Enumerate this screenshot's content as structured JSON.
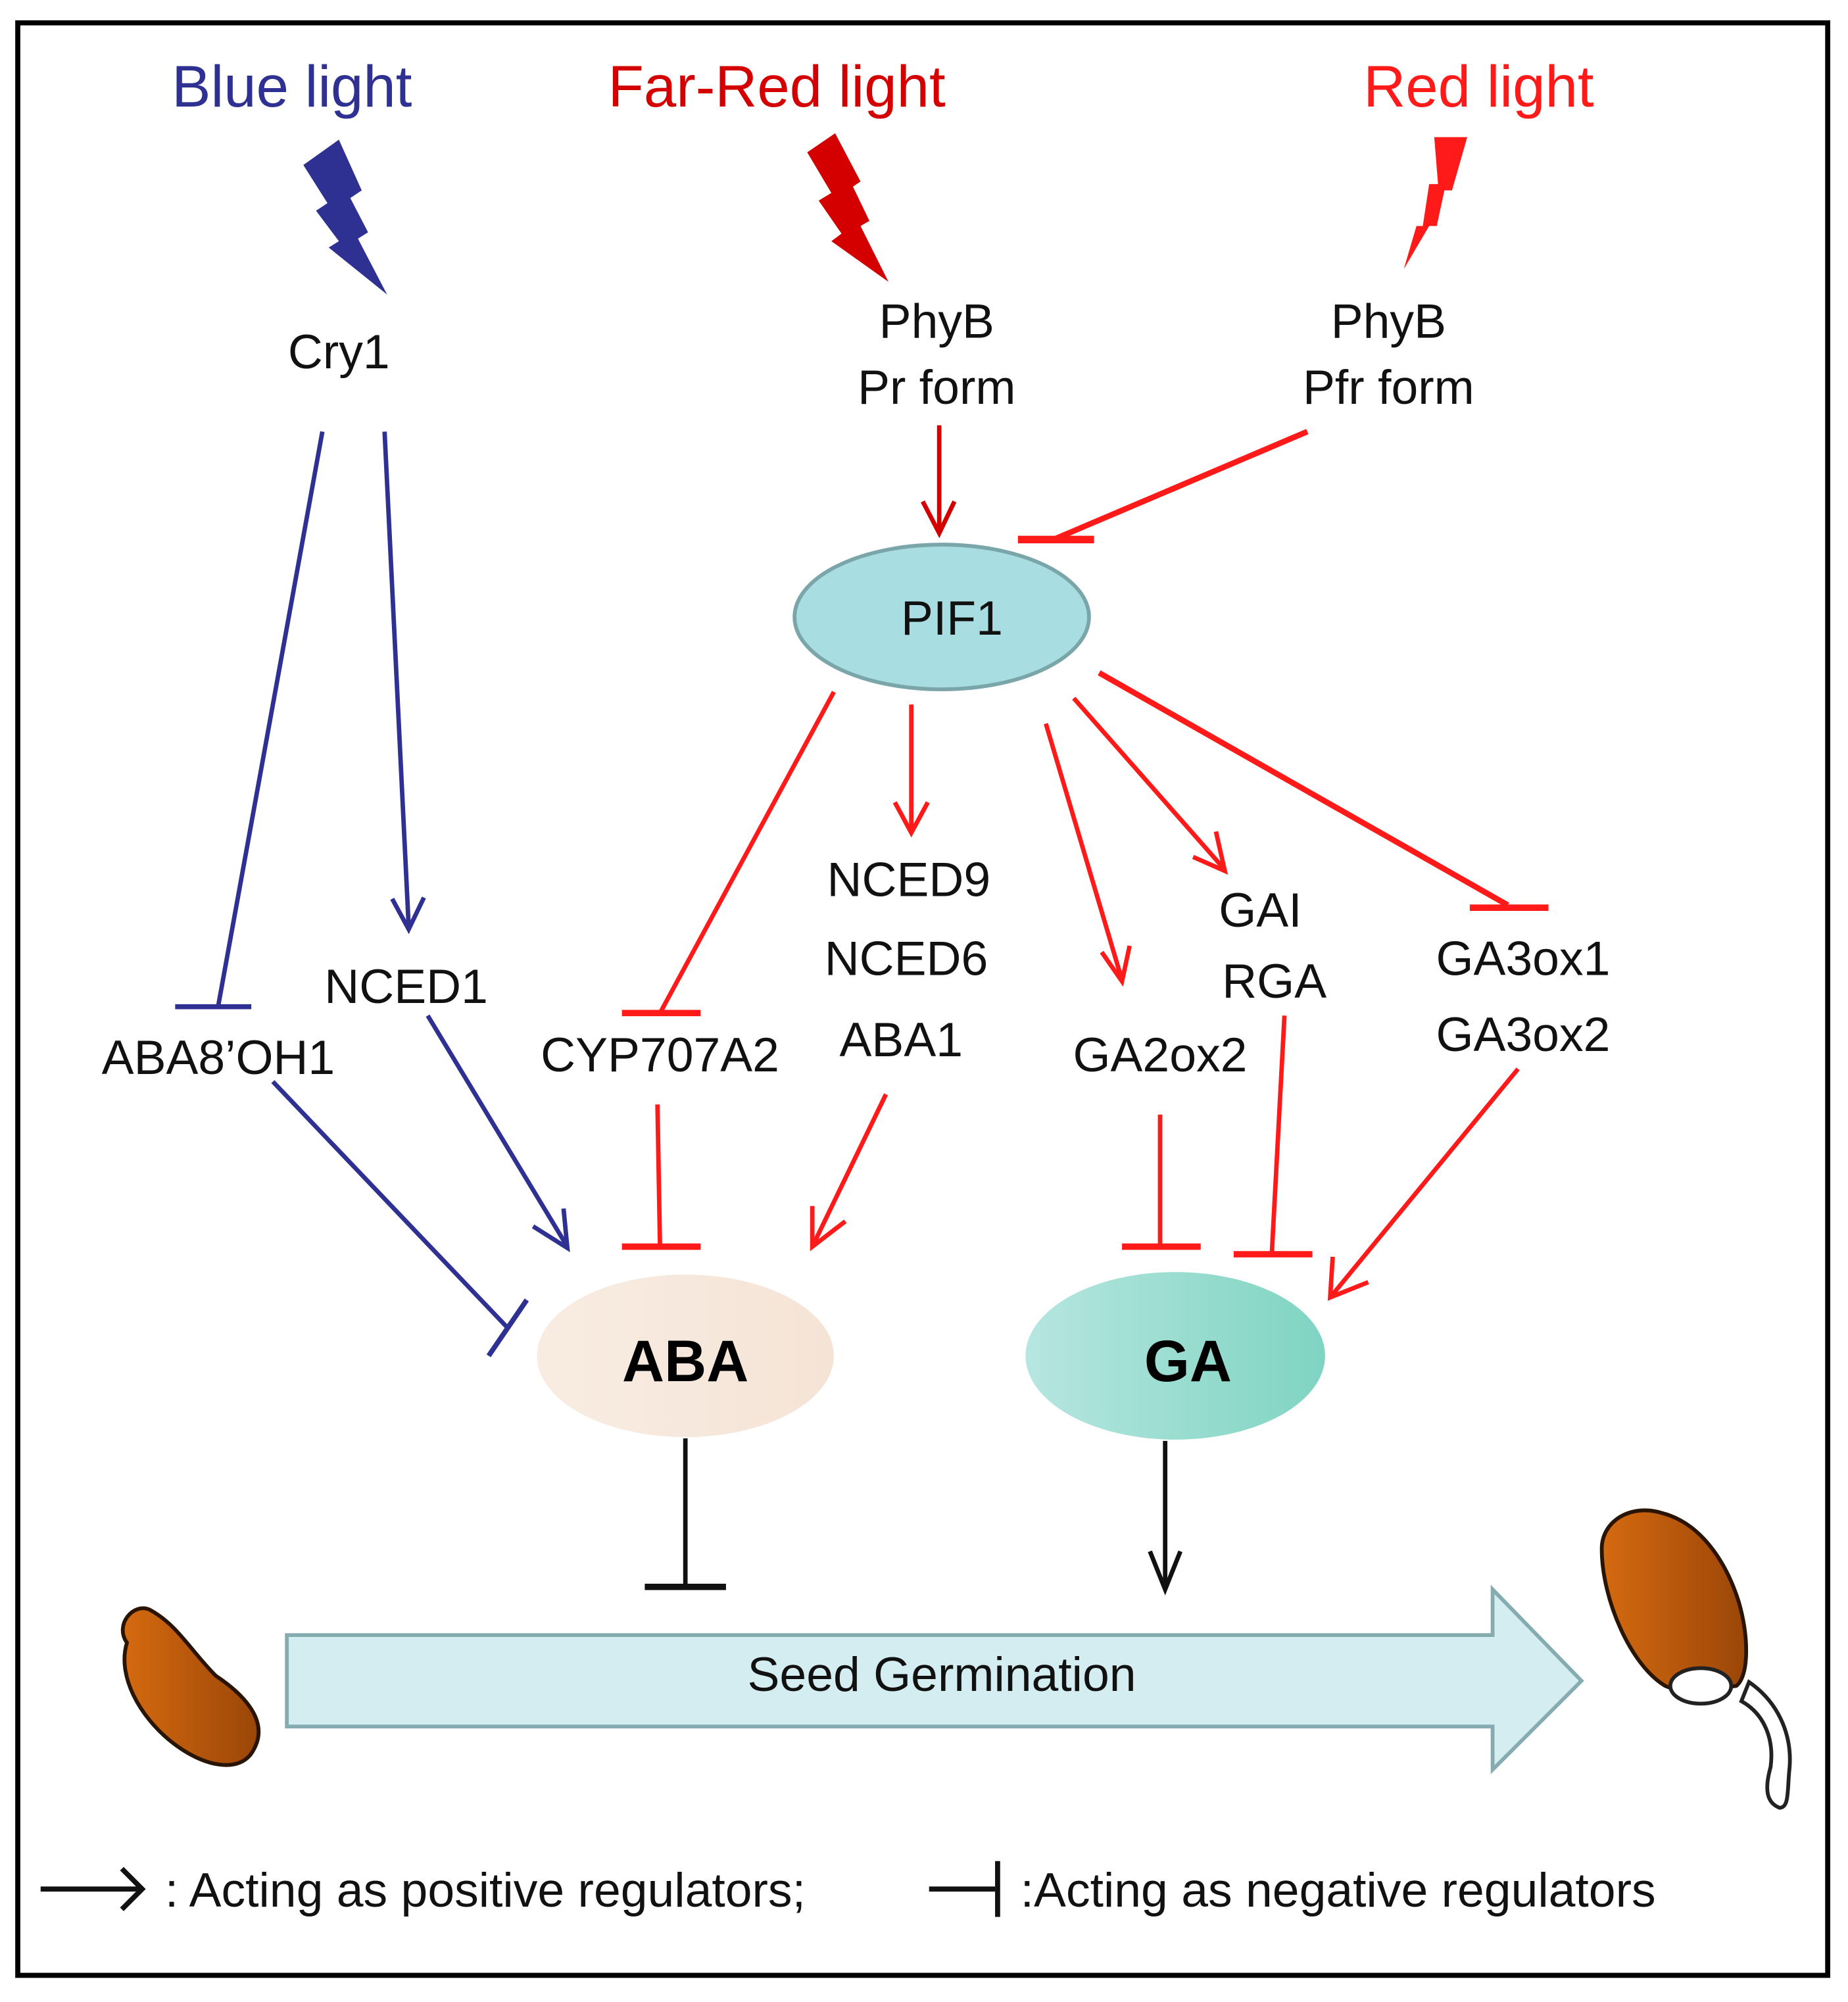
{
  "colors": {
    "blue": "#2e3192",
    "far_red": "#d40000",
    "red": "#ff1a1a",
    "black": "#111111",
    "pif1_fill": "#a8dde2",
    "aba_fill": "#f7e8dc",
    "ga_fill": "#8fd8c8",
    "germination_arrow_fill": "#d4edf0",
    "seed_fill": "#b85a10"
  },
  "light_sources": {
    "blue": "Blue light",
    "far_red": "Far-Red light",
    "red": "Red light"
  },
  "receptors": {
    "cry1": "Cry1",
    "phyb_fr_name": "PhyB",
    "phyb_fr_form": "Pr form",
    "phyb_r_name": "PhyB",
    "phyb_r_form": "Pfr form"
  },
  "nodes": {
    "pif1": "PIF1",
    "aba8oh1": "ABA8’OH1",
    "nced1": "NCED1",
    "cyp707a2": "CYP707A2",
    "nced_group": [
      "NCED9",
      "NCED6",
      "ABA1"
    ],
    "ga2ox2": "GA2ox2",
    "gai_rga": [
      "GAI",
      "RGA"
    ],
    "ga3ox": [
      "GA3ox1",
      "GA3ox2"
    ],
    "aba": "ABA",
    "ga": "GA"
  },
  "process": {
    "germination": "Seed Germination"
  },
  "edges": [
    {
      "from": "Blue light",
      "to": "Cry1",
      "type": "light"
    },
    {
      "from": "Far-Red light",
      "to": "PhyB Pr form",
      "type": "light"
    },
    {
      "from": "Red light",
      "to": "PhyB Pfr form",
      "type": "light"
    },
    {
      "from": "Cry1",
      "to": "ABA8'OH1",
      "type": "negative"
    },
    {
      "from": "Cry1",
      "to": "NCED1",
      "type": "positive"
    },
    {
      "from": "PhyB Pr form",
      "to": "PIF1",
      "type": "positive"
    },
    {
      "from": "PhyB Pfr form",
      "to": "PIF1",
      "type": "negative"
    },
    {
      "from": "PIF1",
      "to": "CYP707A2",
      "type": "negative"
    },
    {
      "from": "PIF1",
      "to": "NCED9/NCED6/ABA1",
      "type": "positive"
    },
    {
      "from": "PIF1",
      "to": "GA2ox2",
      "type": "positive"
    },
    {
      "from": "PIF1",
      "to": "GAI/RGA",
      "type": "positive"
    },
    {
      "from": "PIF1",
      "to": "GA3ox1/GA3ox2",
      "type": "negative"
    },
    {
      "from": "ABA8'OH1",
      "to": "ABA",
      "type": "negative"
    },
    {
      "from": "NCED1",
      "to": "ABA",
      "type": "positive"
    },
    {
      "from": "CYP707A2",
      "to": "ABA",
      "type": "negative"
    },
    {
      "from": "NCED9/NCED6/ABA1",
      "to": "ABA",
      "type": "positive"
    },
    {
      "from": "GA2ox2",
      "to": "GA",
      "type": "negative"
    },
    {
      "from": "GAI/RGA",
      "to": "GA",
      "type": "negative"
    },
    {
      "from": "GA3ox1/GA3ox2",
      "to": "GA",
      "type": "positive"
    },
    {
      "from": "ABA",
      "to": "Seed Germination",
      "type": "negative"
    },
    {
      "from": "GA",
      "to": "Seed Germination",
      "type": "positive"
    }
  ],
  "legend": {
    "positive": ": Acting as positive regulators;",
    "negative": ":Acting as negative regulators"
  }
}
